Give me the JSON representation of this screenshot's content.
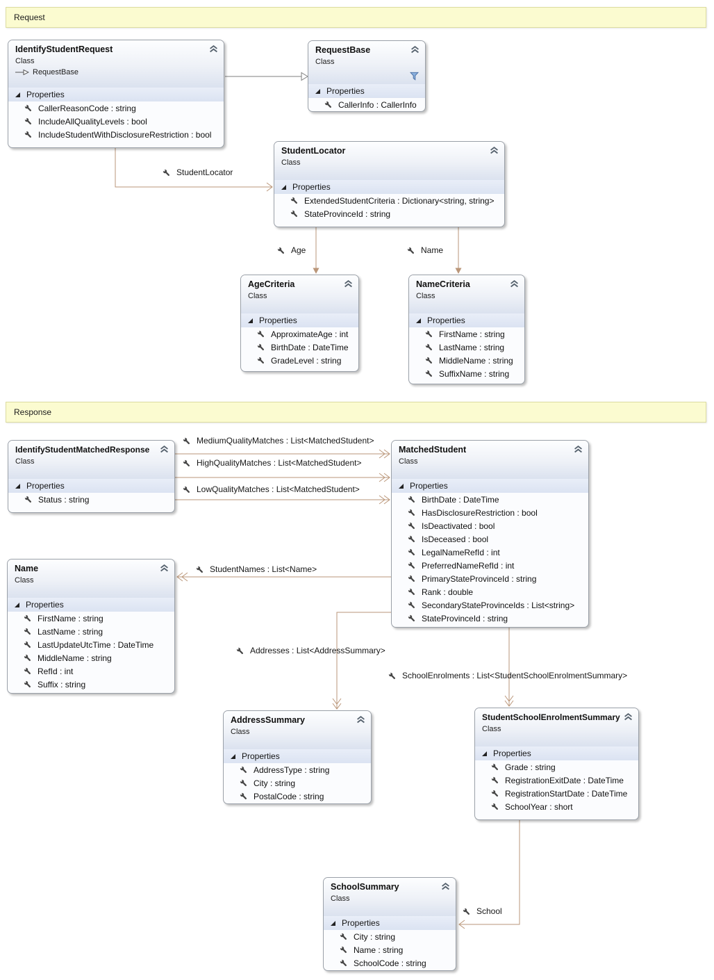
{
  "groups": {
    "request": {
      "label": "Request"
    },
    "response": {
      "label": "Response"
    }
  },
  "classes": [
    {
      "name": "IdentifyStudentRequest",
      "kind": "Class",
      "base": "RequestBase",
      "section": "Properties",
      "properties": [
        "CallerReasonCode : string",
        "IncludeAllQualityLevels : bool",
        "IncludeStudentWithDisclosureRestriction : bool"
      ]
    },
    {
      "name": "RequestBase",
      "kind": "Class",
      "section": "Properties",
      "properties": [
        "CallerInfo : CallerInfo"
      ]
    },
    {
      "name": "StudentLocator",
      "kind": "Class",
      "section": "Properties",
      "properties": [
        "ExtendedStudentCriteria : Dictionary<string, string>",
        "StateProvinceId : string"
      ]
    },
    {
      "name": "AgeCriteria",
      "kind": "Class",
      "section": "Properties",
      "properties": [
        "ApproximateAge : int",
        "BirthDate : DateTime",
        "GradeLevel : string"
      ]
    },
    {
      "name": "NameCriteria",
      "kind": "Class",
      "section": "Properties",
      "properties": [
        "FirstName : string",
        "LastName : string",
        "MiddleName : string",
        "SuffixName : string"
      ]
    },
    {
      "name": "IdentifyStudentMatchedResponse",
      "kind": "Class",
      "section": "Properties",
      "properties": [
        "Status : string"
      ]
    },
    {
      "name": "MatchedStudent",
      "kind": "Class",
      "section": "Properties",
      "properties": [
        "BirthDate : DateTime",
        "HasDisclosureRestriction : bool",
        "IsDeactivated : bool",
        "IsDeceased : bool",
        "LegalNameRefId : int",
        "PreferredNameRefId : int",
        "PrimaryStateProvinceId : string",
        "Rank : double",
        "SecondaryStateProvinceIds : List<string>",
        "StateProvinceId : string"
      ]
    },
    {
      "name": "Name",
      "kind": "Class",
      "section": "Properties",
      "properties": [
        "FirstName : string",
        "LastName : string",
        "LastUpdateUtcTime : DateTime",
        "MiddleName : string",
        "RefId : int",
        "Suffix : string"
      ]
    },
    {
      "name": "AddressSummary",
      "kind": "Class",
      "section": "Properties",
      "properties": [
        "AddressType : string",
        "City : string",
        "PostalCode : string"
      ]
    },
    {
      "name": "StudentSchoolEnrolmentSummary",
      "kind": "Class",
      "section": "Properties",
      "properties": [
        "Grade : string",
        "RegistrationExitDate : DateTime",
        "RegistrationStartDate : DateTime",
        "SchoolYear : short"
      ]
    },
    {
      "name": "SchoolSummary",
      "kind": "Class",
      "section": "Properties",
      "properties": [
        "City : string",
        "Name : string",
        "SchoolCode : string"
      ]
    }
  ],
  "connectors": [
    {
      "label": "StudentLocator"
    },
    {
      "label": "Age"
    },
    {
      "label": "Name"
    },
    {
      "label": "MediumQualityMatches : List<MatchedStudent>"
    },
    {
      "label": "HighQualityMatches : List<MatchedStudent>"
    },
    {
      "label": "LowQualityMatches : List<MatchedStudent>"
    },
    {
      "label": "StudentNames : List<Name>"
    },
    {
      "label": "Addresses : List<AddressSummary>"
    },
    {
      "label": "SchoolEnrolments : List<StudentSchoolEnrolmentSummary>"
    },
    {
      "label": "School"
    }
  ],
  "colors": {
    "connector": "#ba9679",
    "inheritance_line": "#7f7f7f",
    "banner_bg": "#fbfbd0",
    "banner_border": "#dcdca0",
    "properties_band": "#dde5f3",
    "header_gradient_bottom": "#dbe2ef",
    "filter_icon": "#8ab0dd"
  }
}
